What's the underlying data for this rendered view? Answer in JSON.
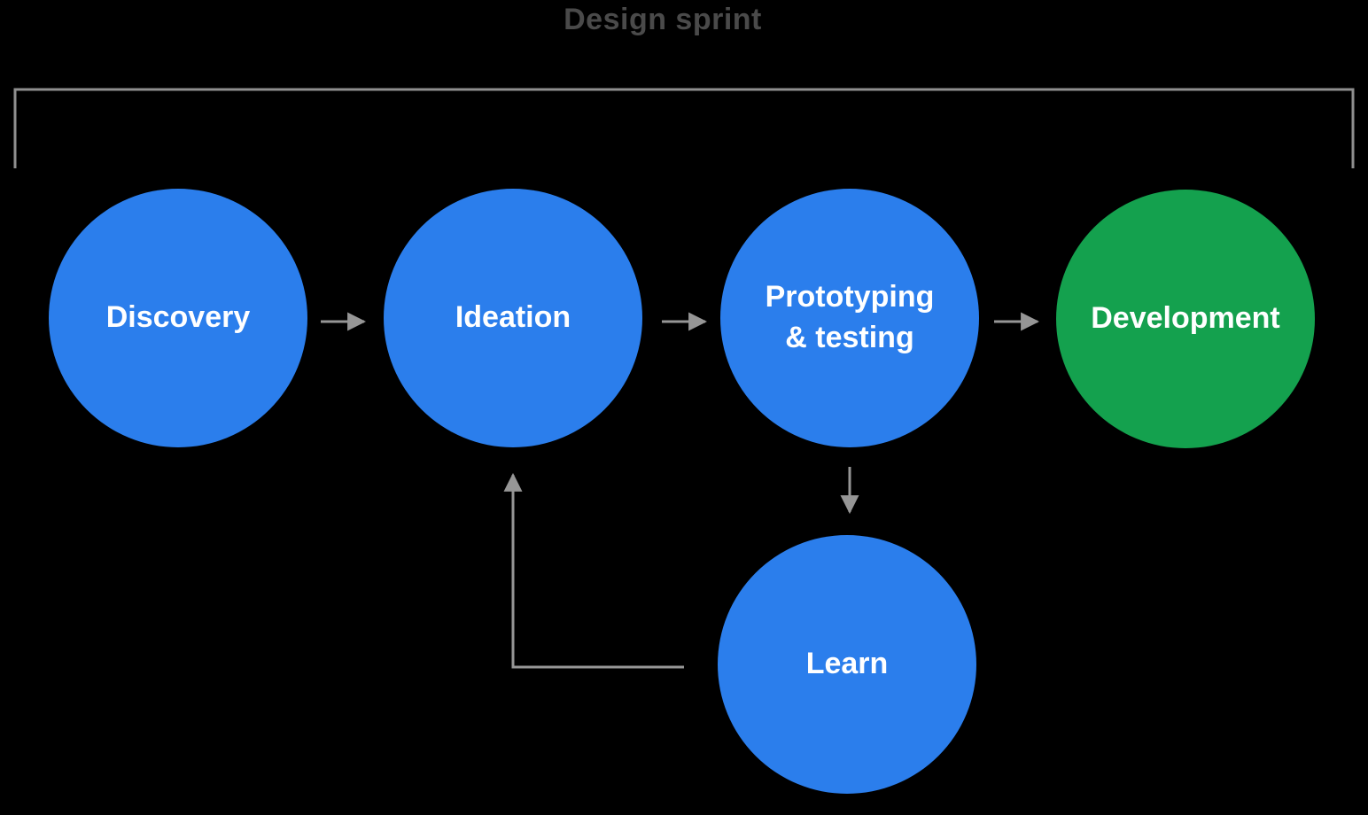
{
  "title": "Design sprint",
  "colors": {
    "node_blue": "#2B7EEC",
    "node_green": "#14A14E",
    "connector_gray": "#969696",
    "bracket_gray": "#8F8F8F",
    "title_gray": "#4A4A4A",
    "label_white": "#FFFFFF",
    "background": "#000000"
  },
  "nodes": {
    "discovery": {
      "label": "Discovery"
    },
    "ideation": {
      "label": "Ideation"
    },
    "prototyping": {
      "label": "Prototyping\n& testing"
    },
    "development": {
      "label": "Development"
    },
    "learn": {
      "label": "Learn"
    }
  },
  "edges": [
    {
      "from": "Discovery",
      "to": "Ideation"
    },
    {
      "from": "Ideation",
      "to": "Prototyping & testing"
    },
    {
      "from": "Prototyping & testing",
      "to": "Development"
    },
    {
      "from": "Prototyping & testing",
      "to": "Learn"
    },
    {
      "from": "Learn",
      "to": "Ideation"
    }
  ],
  "bracket": {
    "label": "Design sprint",
    "spans_nodes": [
      "Discovery",
      "Ideation",
      "Prototyping & testing",
      "Development"
    ]
  }
}
